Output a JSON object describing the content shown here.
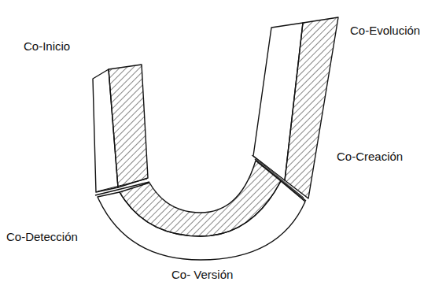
{
  "diagram": {
    "labels": [
      "Co-Inicio",
      "Co-Evolución",
      "Co-Creación",
      "Co-Detección",
      "Co- Versión"
    ]
  }
}
